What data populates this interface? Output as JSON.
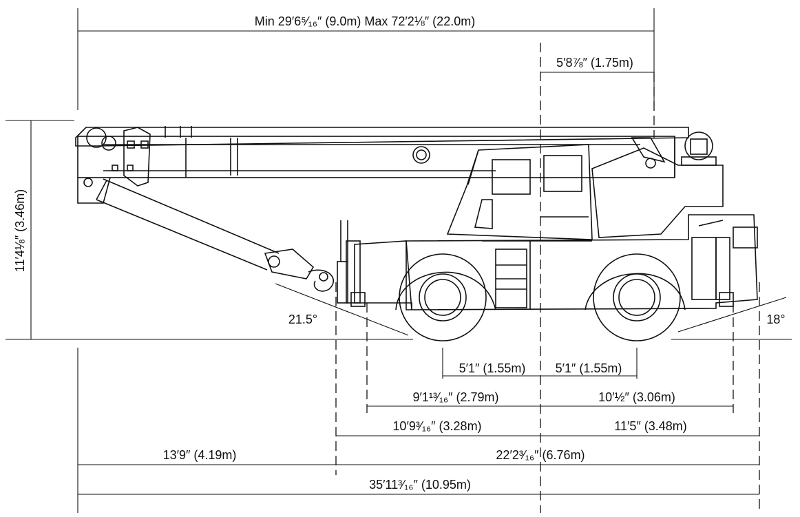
{
  "dimensions": {
    "outrigger_span": "Min 29′6⁵⁄₁₆″ (9.0m) Max 72′2⅛″ (22.0m)",
    "rotation_rear": "5′8⅞″ (1.75m)",
    "overall_height": "11′4⅛″ (3.46m)",
    "approach_angle": "21.5°",
    "departure_angle": "18°",
    "front_track_half": "5′1″ (1.55m)",
    "rear_track_half": "5′1″ (1.55m)",
    "front_axle_to_outrigger": "9′1¹³⁄₁₆″ (2.79m)",
    "rear_axle_to_outrigger": "10′½″ (3.06m)",
    "front_body_length": "10′9³⁄₁₆″ (3.28m)",
    "rear_body_length": "11′5″ (3.48m)",
    "boom_overhang": "13′9″ (4.19m)",
    "carrier_length": "22′2³⁄₁₆″ (6.76m)",
    "overall_length": "35′11³⁄₁₆″ (10.95m)"
  }
}
